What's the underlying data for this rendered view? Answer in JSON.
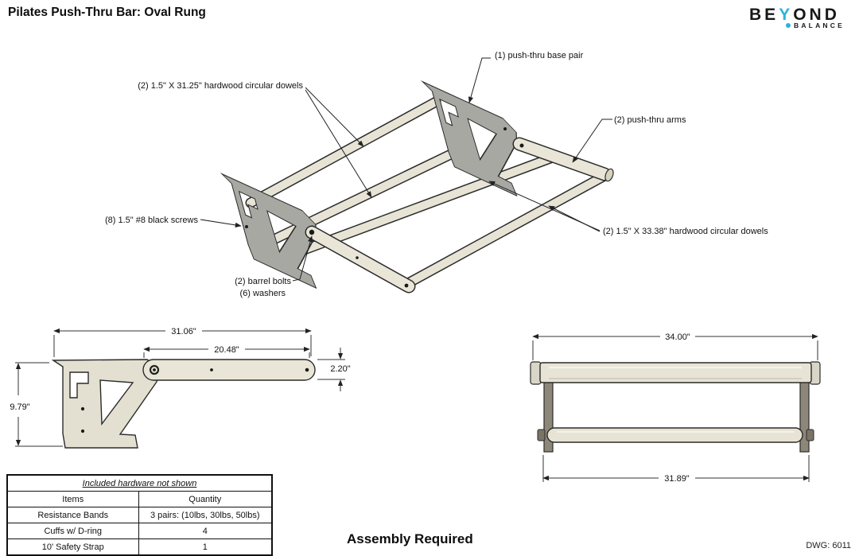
{
  "title": "Pilates Push-Thru Bar: Oval Rung",
  "logo": {
    "pre": "BE",
    "y_letter": "Y",
    "post": "OND",
    "sub": "BALANCE",
    "accent_color": "#2ab2e0"
  },
  "callouts": {
    "base_pair": "(1) push-thru base pair",
    "dowels_short": "(2) 1.5\" X 31.25\" hardwood circular dowels",
    "arms": "(2) push-thru arms",
    "screws": "(8) 1.5\" #8 black screws",
    "dowels_long": "(2) 1.5\" X 33.38\" hardwood circular dowels",
    "barrel_bolts": "(2) barrel bolts",
    "washers": "(6) washers"
  },
  "side_view": {
    "total_width": "31.06\"",
    "arm_length": "20.48\"",
    "arm_height": "2.20\"",
    "total_height": "9.79\""
  },
  "front_view": {
    "outer_width": "34.00\"",
    "inner_width": "31.89\""
  },
  "hardware_table": {
    "caption": "Included hardware not shown",
    "headers": [
      "Items",
      "Quantity"
    ],
    "rows": [
      [
        "Resistance Bands",
        "3 pairs: (10lbs, 30lbs, 50lbs)"
      ],
      [
        "Cuffs w/ D-ring",
        "4"
      ],
      [
        "10' Safety Strap",
        "1"
      ]
    ]
  },
  "footer": {
    "assembly_note": "Assembly Required",
    "dwg_number": "DWG: 6011"
  },
  "colors": {
    "wood": "#e7e4d6",
    "bracket_iso": "#a8a8a3",
    "bracket_side": "#e3e0d1",
    "post": "#8d8779",
    "outline": "#2b2b2b",
    "accent": "#2ab2e0"
  }
}
